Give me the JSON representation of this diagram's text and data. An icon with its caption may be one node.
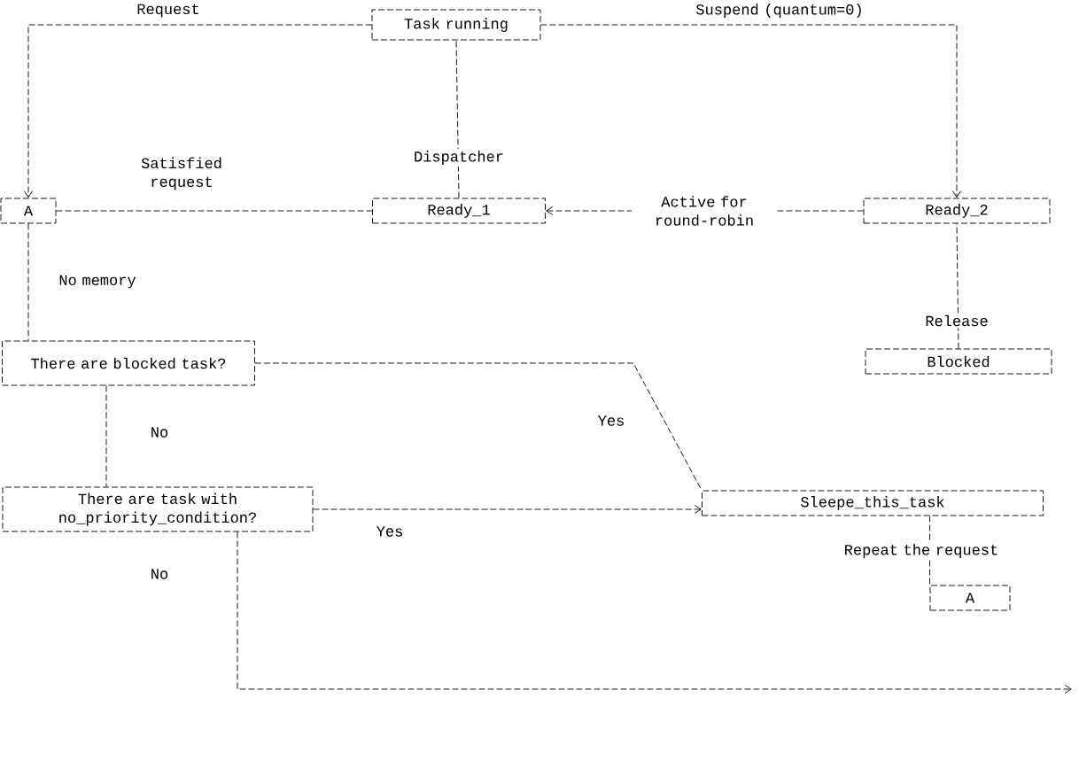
{
  "diagram": {
    "nodes": [
      {
        "text": [
          "Task running"
        ]
      },
      {
        "text": [
          "A"
        ]
      },
      {
        "text": [
          "Ready_1"
        ]
      },
      {
        "text": [
          "Ready_2"
        ]
      },
      {
        "text": [
          "Blocked"
        ]
      },
      {
        "text": [
          "There are blocked task?"
        ]
      },
      {
        "text": [
          "There are task with no_priority_condition?"
        ]
      },
      {
        "text": [
          "Sleepe_this_task"
        ]
      },
      {
        "text": [
          "A"
        ]
      }
    ],
    "edges": [
      {
        "from": 0,
        "to": 1,
        "arrow": "to",
        "label": "Request"
      },
      {
        "from": 0,
        "to": 3,
        "arrow": "to",
        "label": "Suspend (quantum=0)"
      },
      {
        "from": 2,
        "to": 0,
        "arrow": "none",
        "label": "Dispatcher"
      },
      {
        "from": 1,
        "to": 2,
        "arrow": "none",
        "label": "Satisfied request"
      },
      {
        "from": 3,
        "to": 2,
        "arrow": "to",
        "label": "Active for round-robin"
      },
      {
        "from": 1,
        "to": 5,
        "arrow": "none",
        "label": "No memory"
      },
      {
        "from": 4,
        "to": 3,
        "arrow": "none",
        "label": "Release"
      },
      {
        "from": 5,
        "to": 7,
        "arrow": "none",
        "label": "Yes"
      },
      {
        "from": 5,
        "to": 6,
        "arrow": "none",
        "label": "No"
      },
      {
        "from": 6,
        "to": 7,
        "arrow": "to",
        "label": "Yes"
      },
      {
        "from": 7,
        "to": 8,
        "arrow": "none",
        "label": "Repeat the request"
      },
      {
        "from": 6,
        "to": null,
        "arrow": "to",
        "label": "No"
      }
    ]
  }
}
